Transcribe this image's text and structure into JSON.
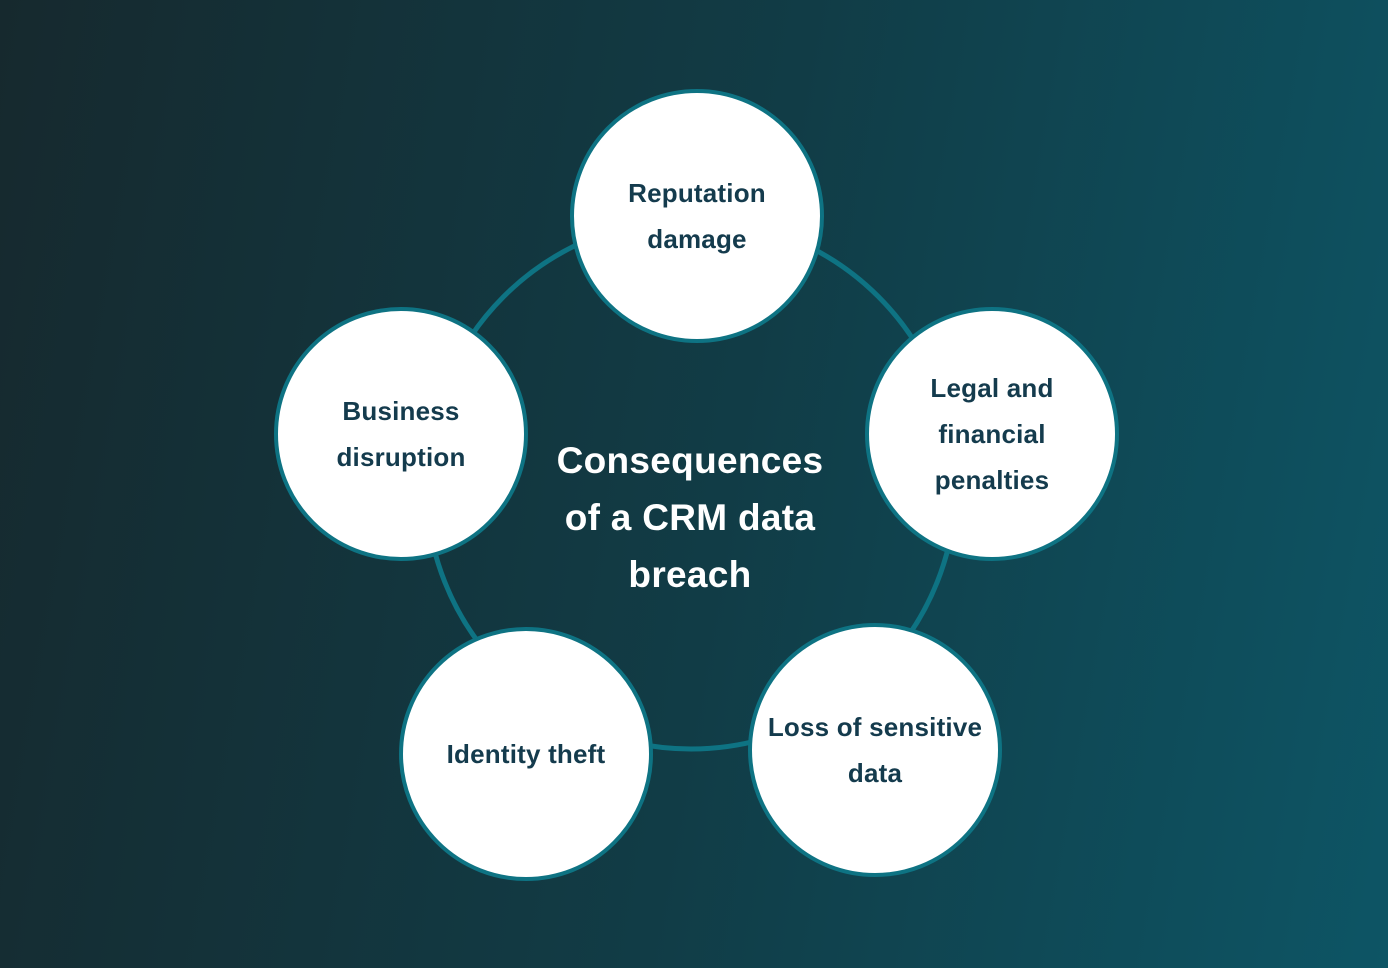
{
  "title": {
    "text": "Consequences of a CRM data breach",
    "lines": [
      "Consequences",
      "of a CRM data",
      "breach"
    ]
  },
  "nodes": [
    {
      "id": "reputation-damage",
      "label": "Reputation damage",
      "lines": [
        "Reputation",
        "damage"
      ]
    },
    {
      "id": "legal-financial-penalties",
      "label": "Legal and financial penalties",
      "lines": [
        "Legal and",
        "financial",
        "penalties"
      ]
    },
    {
      "id": "loss-of-sensitive-data",
      "label": "Loss of sensitive data",
      "lines": [
        "Loss of sensitive",
        "data"
      ]
    },
    {
      "id": "identity-theft",
      "label": "Identity theft",
      "lines": [
        "Identity theft"
      ]
    },
    {
      "id": "business-disruption",
      "label": "Business disruption",
      "lines": [
        "Business",
        "disruption"
      ]
    }
  ],
  "colors": {
    "bg-left": "#16292e",
    "bg-right": "#0d5565",
    "ring": "#0e7383",
    "node-fill": "#ffffff",
    "node-border": "#0e7383",
    "node-text": "#143b4d",
    "title-text": "#ffffff"
  }
}
